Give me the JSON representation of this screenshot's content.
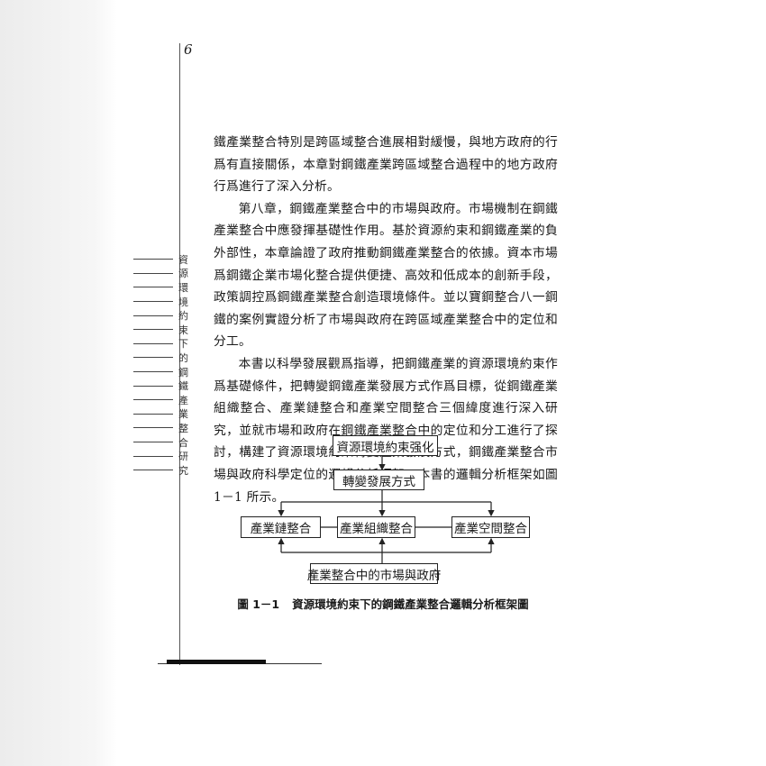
{
  "page": {
    "number": "6",
    "side_title": [
      "資",
      "源",
      "環",
      "境",
      "約",
      "束",
      "下",
      "的",
      "鋼",
      "鐵",
      "產",
      "業",
      "整",
      "合",
      "研",
      "究"
    ],
    "paragraphs": [
      "鐵產業整合特別是跨區域整合進展相對緩慢，與地方政府的行爲有直接關係，本章對鋼鐵產業跨區域整合過程中的地方政府行爲進行了深入分析。",
      "第八章，鋼鐵產業整合中的市場與政府。市場機制在鋼鐵產業整合中應發揮基礎性作用。基於資源約束和鋼鐵產業的負外部性，本章論證了政府推動鋼鐵產業整合的依據。資本市場爲鋼鐵企業市場化整合提供便捷、高效和低成本的創新手段，政策調控爲鋼鐵產業整合創造環境條件。並以寶鋼整合八一鋼鐵的案例實證分析了市場與政府在跨區域產業整合中的定位和分工。",
      "本書以科學發展觀爲指導，把鋼鐵產業的資源環境約束作爲基礎條件，把轉變鋼鐵產業發展方式作爲目標，從鋼鐵產業組織整合、產業鏈整合和產業空間整合三個緯度進行深入研究，並就市場和政府在鋼鐵產業整合中的定位和分工進行了探討，構建了資源環境約束轉變產業發展方式，鋼鐵產業整合市場與政府科學定位的邏輯分析框架。本書的邏輯分析框架如圖 1－1 所示。"
    ]
  },
  "figure": {
    "boxes": {
      "top": "資源環境約束强化",
      "second": "轉變發展方式",
      "left": "產業鏈整合",
      "middle": "產業組織整合",
      "right": "產業空間整合",
      "bottom": "產業整合中的市場與政府"
    },
    "caption_number": "圖 1－1",
    "caption_title": "資源環境約束下的鋼鐵產業整合邏輯分析框架圖"
  }
}
